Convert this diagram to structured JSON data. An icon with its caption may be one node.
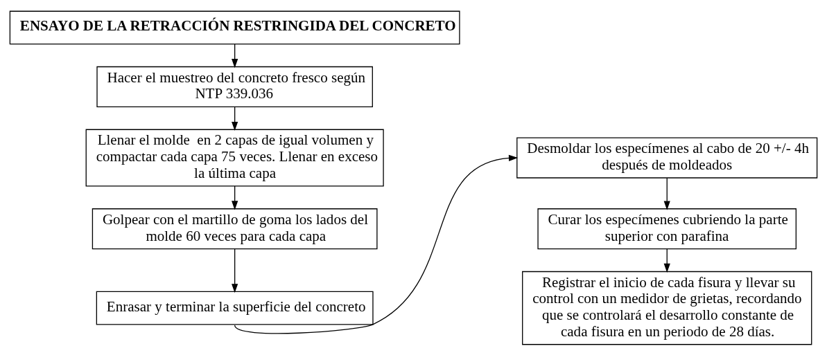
{
  "diagram": {
    "nodes": [
      {
        "text": [
          "ENSAYO DE LA RETRACCIÓN RESTRINGIDA DEL CONCRETO"
        ]
      },
      {
        "text": [
          "Hacer el muestreo del concreto fresco según NTP 339.036"
        ]
      },
      {
        "text": [
          "Llenar el molde  en 2 capas de igual volumen y compactar cada capa 75 veces. Llenar en exceso la última capa"
        ]
      },
      {
        "text": [
          "Golpear con el martillo de goma los lados del molde 60 veces para cada capa"
        ]
      },
      {
        "text": [
          "Enrasar y terminar la superficie del concreto"
        ]
      },
      {
        "text": [
          "Desmoldar los especímenes al cabo de 20 +/- 4h después de moldeados"
        ]
      },
      {
        "text": [
          "Curar los especímenes cubriendo la parte superior con parafina"
        ]
      },
      {
        "text": [
          "Registrar el inicio de cada fisura y llevar su control con un medidor de grietas, recordando que se controlará el desarrollo constante de cada fisura en un periodo de 28 días."
        ]
      }
    ],
    "edges": [
      {
        "from": 0,
        "to": 1,
        "arrow": "to"
      },
      {
        "from": 1,
        "to": 2,
        "arrow": "to"
      },
      {
        "from": 2,
        "to": 3,
        "arrow": "to"
      },
      {
        "from": 3,
        "to": 4,
        "arrow": "to"
      },
      {
        "from": 4,
        "to": 5,
        "arrow": "to"
      },
      {
        "from": 5,
        "to": 6,
        "arrow": "to"
      },
      {
        "from": 6,
        "to": 7,
        "arrow": "to"
      }
    ]
  }
}
